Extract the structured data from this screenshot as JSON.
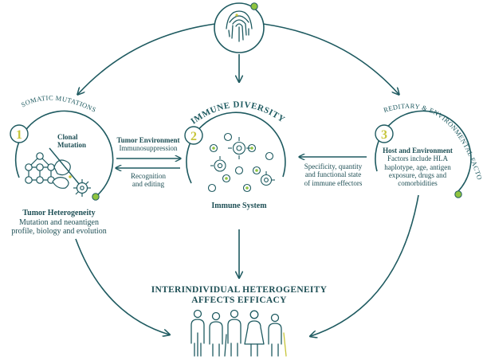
{
  "colors": {
    "teal": "#1e5a60",
    "gold": "#c7c53b",
    "green": "#8fc43f",
    "white": "#ffffff"
  },
  "center_icon": "fingerprint-icon",
  "nodes": {
    "somatic": {
      "number": "1",
      "arc_label": "SOMATIC MUTATIONS",
      "inner_label_line1": "Clonal",
      "inner_label_line2": "Mutation",
      "title": "Tumor Heterogeneity",
      "desc_line1": "Mutation and neoantigen",
      "desc_line2": "profile, biology and evolution",
      "icon": "clonal-tree-icon"
    },
    "immune": {
      "number": "2",
      "arc_label": "IMMUNE DIVERSITY",
      "title": "Immune System",
      "icon": "immune-cells-icon"
    },
    "hereditary": {
      "number": "3",
      "arc_label": "HEREDITARY & ENVIRONMENTAL FACTORS",
      "title": "Host and Environment",
      "desc_line1": "Factors include HLA",
      "desc_line2": "haplotype, age, antigen",
      "desc_line3": "exposure, drugs and",
      "desc_line4": "comorbidities"
    }
  },
  "links": {
    "tumor_to_immune_title": "Tumor Environment",
    "tumor_to_immune_sub": "Immunosuppression",
    "immune_to_tumor_line1": "Recognition",
    "immune_to_tumor_line2": "and editing",
    "host_to_immune_line1": "Specificity, quantity",
    "host_to_immune_line2": "and functional state",
    "host_to_immune_line3": "of immune effectors"
  },
  "outcome": {
    "line1": "INTERINDIVIDUAL HETEROGENEITY",
    "line2": "AFFECTS EFFICACY",
    "icon": "people-group-icon"
  }
}
